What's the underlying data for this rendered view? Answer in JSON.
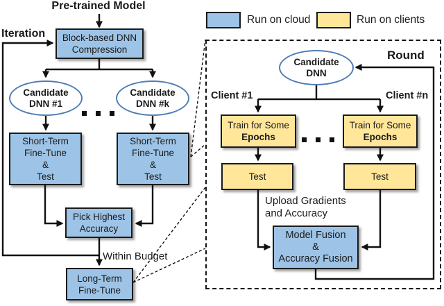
{
  "colors": {
    "cloud": "#9DC3E6",
    "clients": "#FFE699",
    "ellipse_stroke": "#4E7DB5",
    "wire": "#111111"
  },
  "legend": {
    "cloud": "Run on cloud",
    "clients": "Run on clients"
  },
  "left": {
    "title": "Pre-trained Model",
    "iteration": "Iteration",
    "compression": [
      "Block-based DNN",
      "Compression"
    ],
    "candidate1": [
      "Candidate",
      "DNN #1"
    ],
    "candidate_k": [
      "Candidate",
      "DNN #k"
    ],
    "short_term": [
      "Short-Term",
      "Fine-Tune",
      "&",
      "Test"
    ],
    "pick": [
      "Pick Highest",
      "Accuracy"
    ],
    "within_budget": "Within Budget",
    "long_term": [
      "Long-Term",
      "Fine-Tune"
    ]
  },
  "right": {
    "round": "Round",
    "candidate": [
      "Candidate",
      "DNN"
    ],
    "client1": "Client #1",
    "client_n": "Client #n",
    "train": [
      "Train for Some",
      "Epochs"
    ],
    "test": "Test",
    "upload": [
      "Upload Gradients",
      "and Accuracy"
    ],
    "fusion": [
      "Model Fusion",
      "&",
      "Accuracy Fusion"
    ]
  }
}
